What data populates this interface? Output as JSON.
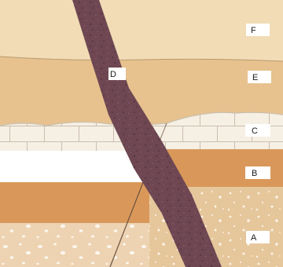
{
  "diagram": {
    "labels": {
      "a": "A",
      "b": "B",
      "c": "C",
      "d": "D",
      "e": "E",
      "f": "F"
    }
  },
  "colors": {
    "layer_f": "#f1dcb6",
    "layer_e": "#e7c28e",
    "layer_c": "#f6efe4",
    "layer_b": "#d9985a",
    "layer_a_left": "#edd3b2",
    "layer_a_right": "#e6c79c",
    "intrusion_d": "#6e4752",
    "brick_line": "#cbbfae",
    "label_box": "#ffffff"
  }
}
